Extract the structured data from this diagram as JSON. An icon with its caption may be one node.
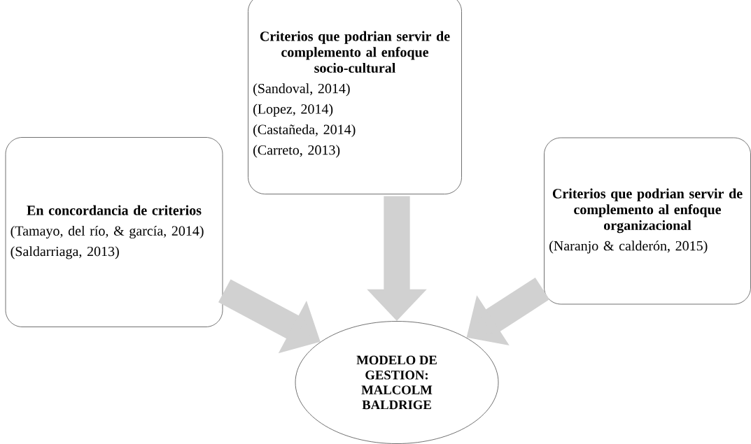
{
  "diagram": {
    "nodes": [
      {
        "text": [
          "En concordancia de criterios",
          "(Tamayo, del río, & garcía, 2014)",
          "(Saldarriaga, 2013)"
        ]
      },
      {
        "text": [
          "Criterios que podrian servir de complemento al enfoque socio-cultural",
          "(Sandoval, 2014)",
          "(Lopez, 2014)",
          "(Castañeda, 2014)",
          "(Carreto, 2013)"
        ]
      },
      {
        "text": [
          "Criterios que podrian servir de complemento al enfoque organizacional",
          "(Naranjo & calderón, 2015)"
        ]
      },
      {
        "text": [
          "MODELO DE GESTION: MALCOLM BALDRIGE"
        ]
      }
    ],
    "edges": [
      {
        "from": 0,
        "to": 3,
        "arrow": "to"
      },
      {
        "from": 1,
        "to": 3,
        "arrow": "to"
      },
      {
        "from": 2,
        "to": 3,
        "arrow": "to"
      }
    ]
  }
}
